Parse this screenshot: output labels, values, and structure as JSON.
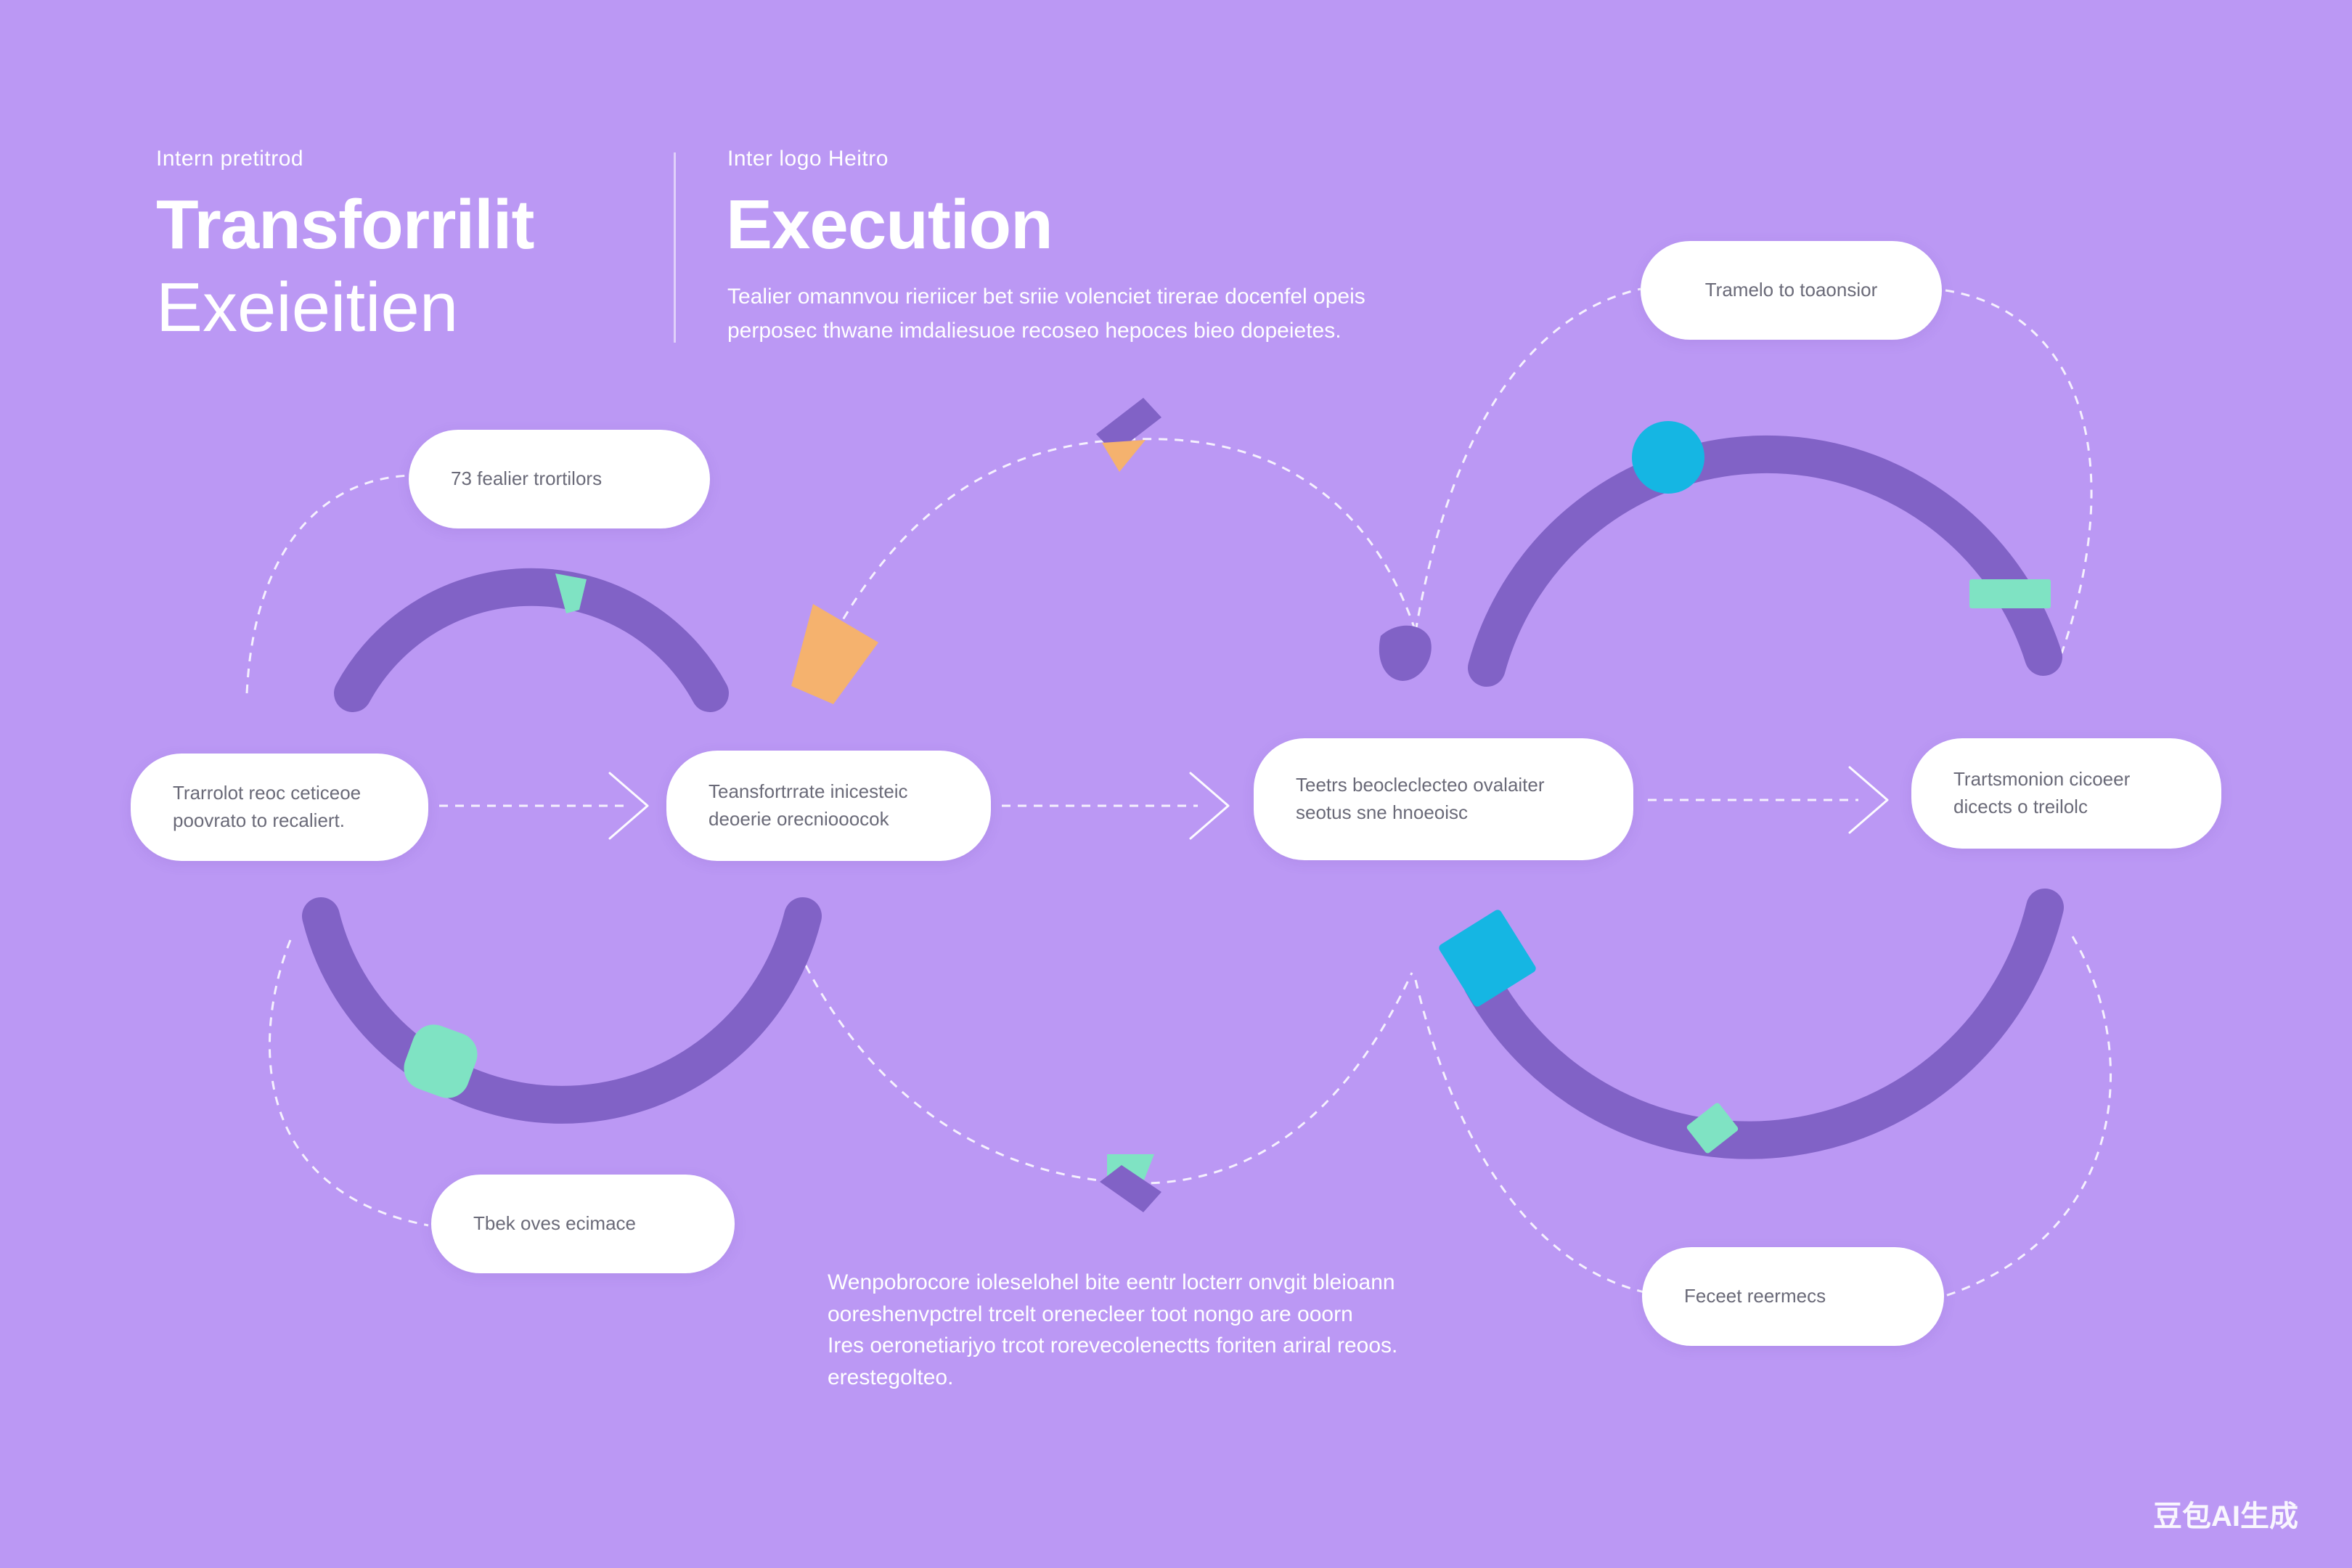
{
  "header": {
    "eyebrow_left": "Intern pretitrod",
    "title_left_bold": "Transforrilit",
    "title_left_light": "Exeieitien",
    "eyebrow_right": "Inter logo Heitro",
    "title_right": "Execution",
    "desc_line1": "Tealier omannvou rieriicer bet sriie volenciet tirerae docenfel opeis",
    "desc_line2": "perposec thwane imdaliesuoe recoseo hepoces bieo dopeietes."
  },
  "nodes": {
    "top_left": "73 fealier trortilors",
    "top_right": "Tramelo to toaonsior",
    "row1_line1": "Trarrolot reoc ceticeoe",
    "row1_line2": "poovrato to recaliert.",
    "row2_line1": "Teansfortrrate inicesteic",
    "row2_line2": "deoerie orecniooocok",
    "row3_line1": "Teetrs beocleclecteo ovalaiter",
    "row3_line2": "seotus sne hnoeoisc",
    "row4_line1": "Trartsmonion cicoeer",
    "row4_line2": "dicects o treilolc",
    "bottom_left": "Tbek oves ecimace",
    "bottom_right": "Feceet reermecs"
  },
  "note": {
    "line1": "Wenpobrocore ioleselohel bite eentr locterr onvgit bleioann",
    "line2": "ooreshenvpctrel trcelt orenecleer toot nongo are ooorn",
    "line3": "Ires oeronetiarjyo trcot rorevecolenectts foriten ariral reoos.",
    "line4": "erestegolteo."
  },
  "watermark": "豆包AI生成",
  "colors": {
    "background": "#bb98f4",
    "arc": "#8162c6",
    "teal": "#7fe3c3",
    "blue": "#15b6e3",
    "orange": "#f5b26e",
    "node_fill": "#ffffff",
    "node_text": "#6a6a78"
  }
}
